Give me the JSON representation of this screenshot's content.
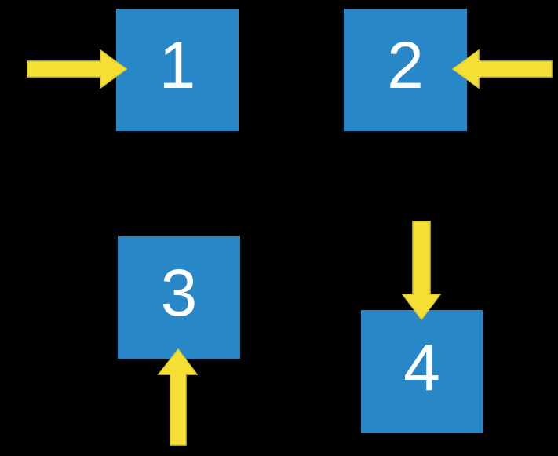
{
  "diagram": {
    "description": "Four numbered blue squares, each targeted by a yellow arrow from a different direction",
    "squares": [
      {
        "label": "1",
        "arrow_direction": "arrow points right into left side of square"
      },
      {
        "label": "2",
        "arrow_direction": "arrow points left into right side of square"
      },
      {
        "label": "3",
        "arrow_direction": "arrow points up into bottom side of square"
      },
      {
        "label": "4",
        "arrow_direction": "arrow points down into top side of square"
      }
    ]
  },
  "colors": {
    "background": "#000000",
    "square-blue": "#2787C7",
    "arrow-yellow": "#F5DF35",
    "arrow-outline": "#D9C930",
    "number-white": "#FFFFFF"
  }
}
